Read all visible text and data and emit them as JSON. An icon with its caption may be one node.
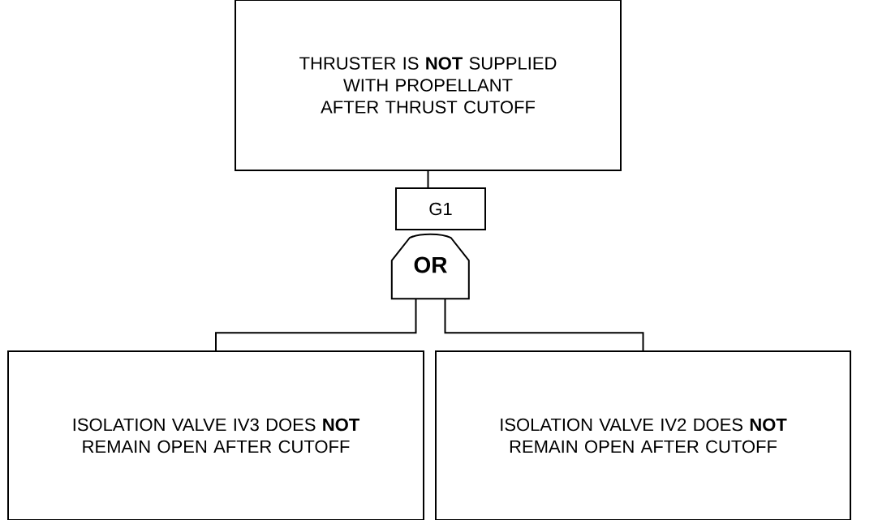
{
  "diagram": {
    "nodes": [
      {
        "text": [
          "THRUSTER IS **NOT** SUPPLIED WITH PROPELLANT AFTER THRUST CUTOFF"
        ]
      },
      {
        "text": [
          "G1"
        ]
      },
      {
        "text": [
          "OR"
        ]
      },
      {
        "text": [
          "ISOLATION VALVE IV3 DOES **NOT** REMAIN OPEN AFTER CUTOFF"
        ]
      },
      {
        "text": [
          "ISOLATION VALVE IV2 DOES **NOT** REMAIN OPEN AFTER CUTOFF"
        ]
      }
    ],
    "edges": [
      {
        "from": 0,
        "to": 1,
        "arrow": "none"
      },
      {
        "from": 2,
        "to": 3,
        "arrow": "none"
      },
      {
        "from": 2,
        "to": 4,
        "arrow": "none"
      }
    ]
  }
}
